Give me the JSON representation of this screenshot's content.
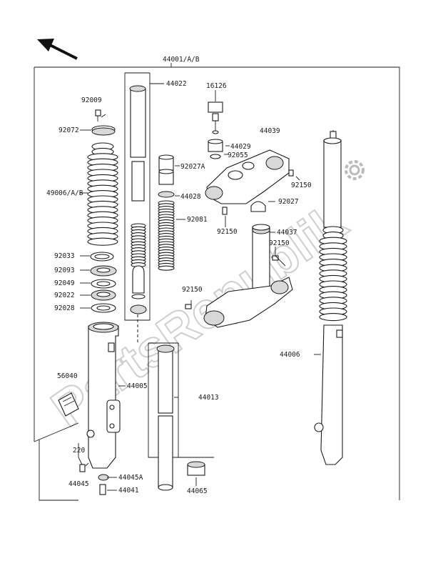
{
  "watermark": "PartsRepublik",
  "icons": {
    "direction_arrow": "arrow-up-left-icon",
    "gear": "gear-icon"
  },
  "labels": {
    "p44001": "44001/A/B",
    "p44022": "44022",
    "p16126": "16126",
    "p44039": "44039",
    "p92009": "92009",
    "p92072": "92072",
    "p44029": "44029",
    "p92055": "92055",
    "p92027A": "92027A",
    "p49006": "49006/A/B",
    "p44028": "44028",
    "p92150a": "92150",
    "p92027": "92027",
    "p92081": "92081",
    "p92150b": "92150",
    "p44037": "44037",
    "p92150c": "92150",
    "p92033": "92033",
    "p92093": "92093",
    "p92049": "92049",
    "p92022": "92022",
    "p92028": "92028",
    "p92150d": "92150",
    "p44006": "44006",
    "p56040": "56040",
    "p44005": "44005",
    "p44013": "44013",
    "p220": "220",
    "p44045A": "44045A",
    "p44045": "44045",
    "p44041": "44041",
    "p44065": "44065"
  }
}
